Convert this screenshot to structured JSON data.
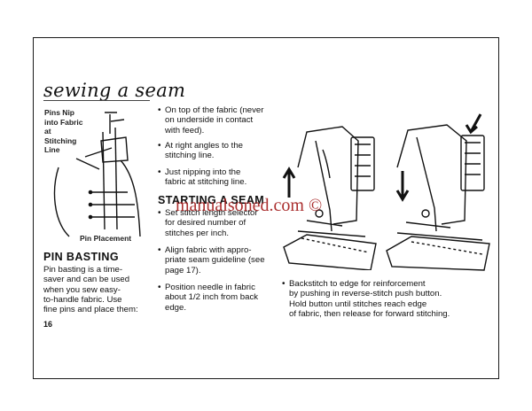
{
  "page": {
    "title": "sewing a seam",
    "page_number": "16"
  },
  "figure1": {
    "label_pins": [
      "Pins Nip",
      "into Fabric",
      "at",
      "Stitching",
      "Line"
    ],
    "label_placement": "Pin Placement"
  },
  "pin_basting": {
    "heading": "PIN BASTING",
    "intro": [
      "Pin basting is a time-",
      "saver and can be used",
      "when you sew easy-",
      "to-handle fabric. Use",
      "fine pins and place them:"
    ]
  },
  "middle_bullets": [
    [
      "On top of the fabric (never",
      "on underside in contact",
      "with feed)."
    ],
    [
      "At right angles to the",
      "stitching line."
    ],
    [
      "Just nipping into the",
      "fabric at stitching line."
    ]
  ],
  "starting_seam": {
    "heading": "STARTING A SEAM",
    "bullets": [
      [
        "Set stitch length selector",
        "for desired number of",
        "stitches per inch."
      ],
      [
        "Align fabric with appro-",
        "priate seam guideline (see",
        "page 17)."
      ],
      [
        "Position needle in fabric",
        "about 1/2 inch from back",
        "edge."
      ]
    ]
  },
  "right_column": {
    "bullet": [
      "Backstitch to edge for reinforcement",
      "by pushing in reverse-stitch push button.",
      "Hold button until stitches reach edge",
      "of fabric, then release for forward stitching."
    ]
  },
  "watermark": "manualsoned.com ©",
  "colors": {
    "ink": "#111111",
    "watermark": "#a31d1d",
    "border": "#1a1a1a"
  }
}
